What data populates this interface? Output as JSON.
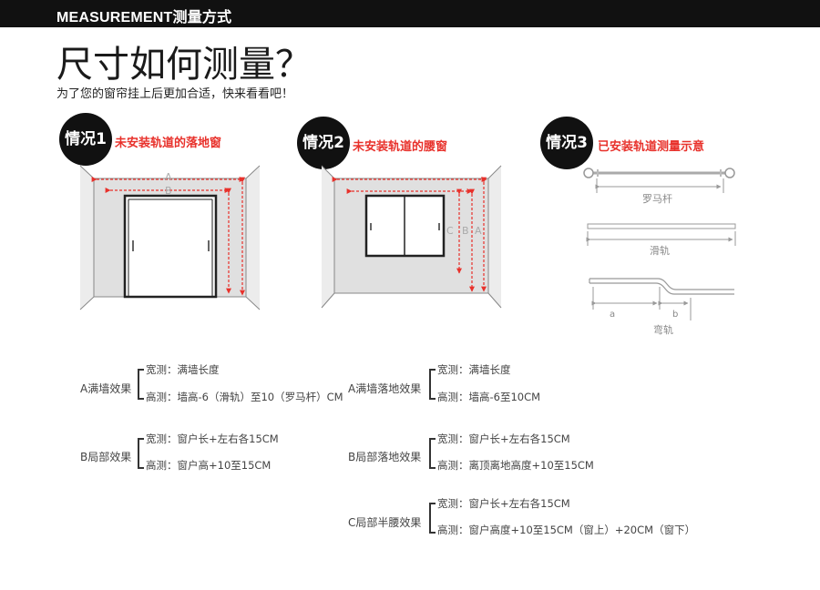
{
  "header": {
    "title": "MEASUREMENT测量方式"
  },
  "main": {
    "title": "尺寸如何测量？",
    "subtitle": "为了您的窗帘挂上后更加合适，快来看看吧！"
  },
  "cases": [
    {
      "badge": "情况1",
      "desc": "未安装轨道的落地窗"
    },
    {
      "badge": "情况2",
      "desc": "未安装轨道的腰窗"
    },
    {
      "badge": "情况3",
      "desc": "已安装轨道测量示意"
    }
  ],
  "diagram_labels": {
    "case1": {
      "a": "A",
      "b": "B"
    },
    "case2": {
      "c": "C",
      "b": "B",
      "a": "A"
    },
    "case3": {
      "roman_rod": "罗马杆",
      "slide_rail": "滑轨",
      "bend_a": "a",
      "bend_b": "b",
      "bend_rail": "弯轨"
    }
  },
  "legends": {
    "left": [
      {
        "label": "A满墙效果",
        "width": "宽测：满墙长度",
        "height": "高测：墙高-6（滑轨）至10（罗马杆）CM"
      },
      {
        "label": "B局部效果",
        "width": "宽测：窗户长+左右各15CM",
        "height": "高测：窗户高+10至15CM"
      }
    ],
    "right": [
      {
        "label": "A满墙落地效果",
        "width": "宽测：满墙长度",
        "height": "高测：墙高-6至10CM"
      },
      {
        "label": "B局部落地效果",
        "width": "宽测：窗户长+左右各15CM",
        "height": "高测：离顶离地高度+10至15CM"
      },
      {
        "label": "C局部半腰效果",
        "width": "宽测：窗户长+左右各15CM",
        "height": "高测：窗户高度+10至15CM（窗上）+20CM（窗下）"
      }
    ]
  },
  "colors": {
    "accent": "#e8312b",
    "dark": "#111111",
    "wall": "#d6d6d6"
  }
}
